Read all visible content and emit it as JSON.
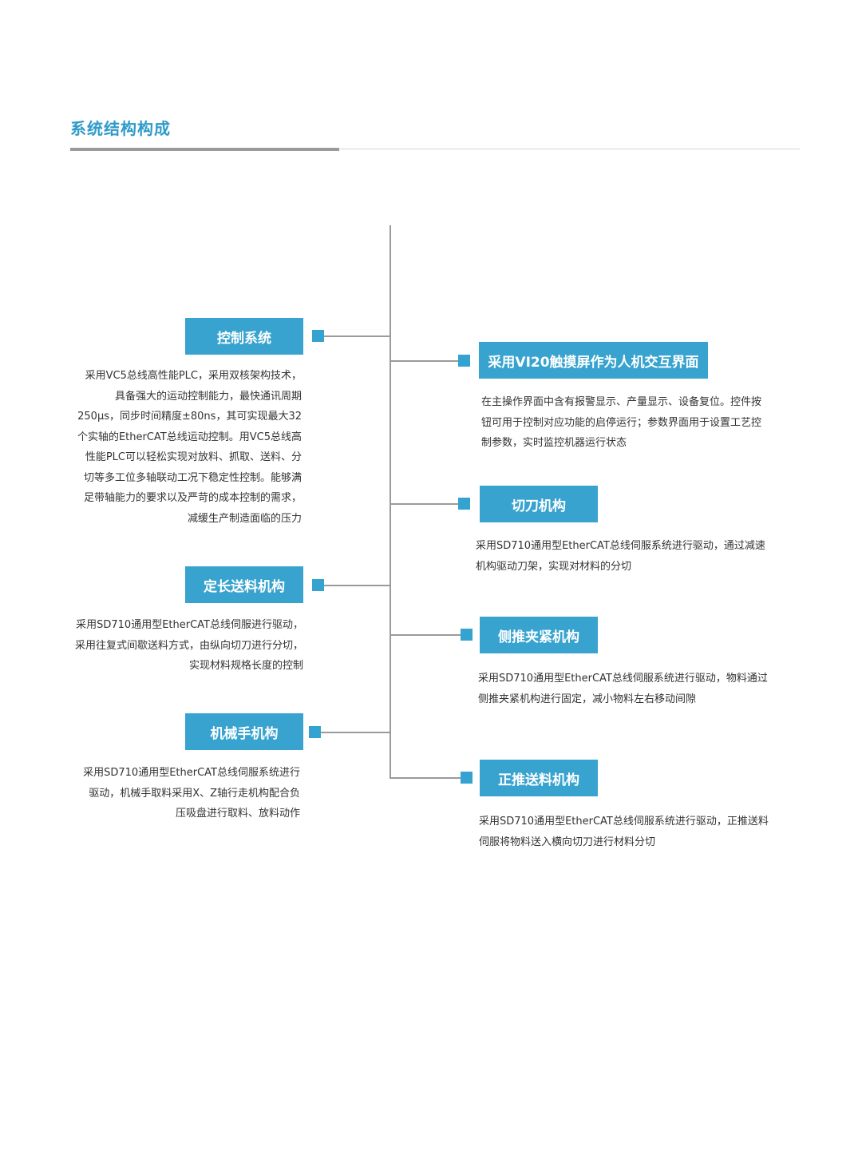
{
  "header": {
    "title": "系统结构构成"
  },
  "colors": {
    "accent": "#38a3cf",
    "title": "#2f9bc8",
    "line": "#9a9a9a",
    "text": "#333333"
  },
  "left_items": [
    {
      "label": "控制系统",
      "lines": [
        "采用VC5总线高性能PLC，采用双核架构技术，",
        "具备强大的运动控制能力，最快通讯周期",
        "250μs，同步时间精度±80ns，其可实现最大32",
        "个实轴的EtherCAT总线运动控制。用VC5总线高",
        "性能PLC可以轻松实现对放料、抓取、送料、分",
        "切等多工位多轴联动工况下稳定性控制。能够满",
        "足带轴能力的要求以及严苛的成本控制的需求，",
        "减缓生产制造面临的压力"
      ]
    },
    {
      "label": "定长送料机构",
      "lines": [
        "采用SD710通用型EtherCAT总线伺服进行驱动，",
        "采用往复式间歇送料方式，由纵向切刀进行分切，",
        "实现材料规格长度的控制"
      ]
    },
    {
      "label": "机械手机构",
      "lines": [
        "采用SD710通用型EtherCAT总线伺服系统进行",
        "驱动，机械手取料采用X、Z轴行走机构配合负",
        "压吸盘进行取料、放料动作"
      ]
    }
  ],
  "right_items": [
    {
      "label": "采用VI20触摸屏作为人机交互界面",
      "lines": [
        "在主操作界面中含有报警显示、产量显示、设备复位。控件按",
        "钮可用于控制对应功能的启停运行；参数界面用于设置工艺控",
        "制参数，实时监控机器运行状态"
      ]
    },
    {
      "label": "切刀机构",
      "lines": [
        "采用SD710通用型EtherCAT总线伺服系统进行驱动，通过减速",
        "机构驱动刀架，实现对材料的分切"
      ]
    },
    {
      "label": "侧推夹紧机构",
      "lines": [
        "采用SD710通用型EtherCAT总线伺服系统进行驱动，物料通过",
        "侧推夹紧机构进行固定，减小物料左右移动间隙"
      ]
    },
    {
      "label": "正推送料机构",
      "lines": [
        "采用SD710通用型EtherCAT总线伺服系统进行驱动，正推送料",
        "伺服将物料送入横向切刀进行材料分切"
      ]
    }
  ]
}
